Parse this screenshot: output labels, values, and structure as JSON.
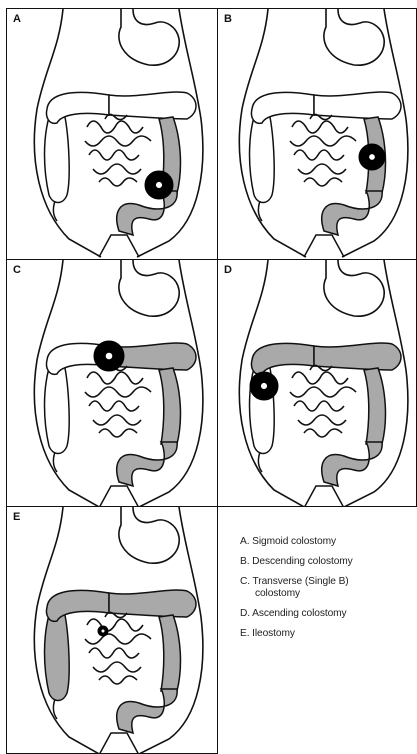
{
  "panels": [
    {
      "letter": "A",
      "label": "A. Sigmoid colostomy"
    },
    {
      "letter": "B",
      "label": "B. Descending colostomy"
    },
    {
      "letter": "C",
      "label_line1": "C. Transverse (Single B)",
      "label_line2": "colostomy"
    },
    {
      "letter": "D",
      "label": "D. Ascending colostomy"
    },
    {
      "letter": "E",
      "label": "E. Ileostomy"
    }
  ],
  "colors": {
    "line": "#111111",
    "shade": "#a9a9a9",
    "background": "#ffffff"
  }
}
